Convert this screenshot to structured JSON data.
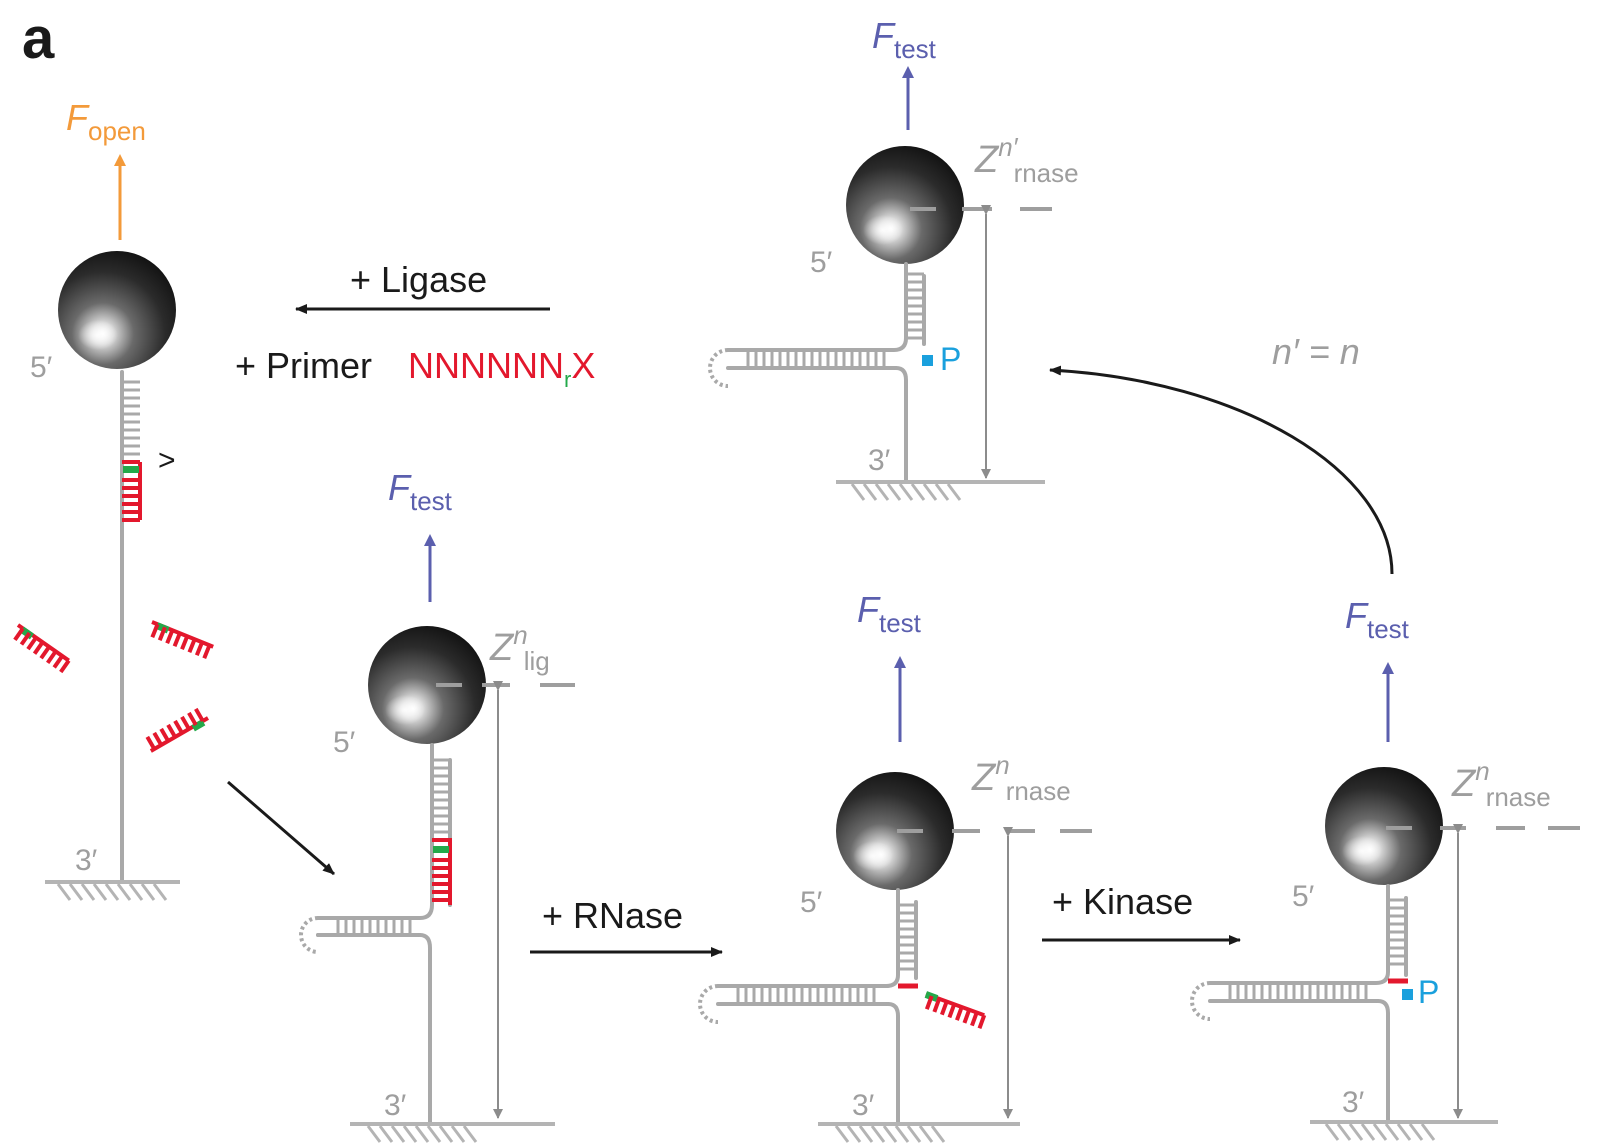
{
  "panel_label": "a",
  "colors": {
    "gray": "#9e9e9e",
    "orange": "#f39a3a",
    "blue": "#5b5fae",
    "red": "#e3182d",
    "green": "#23a94a",
    "cyan": "#1aa0dd",
    "black": "#1a1a1a"
  },
  "labels": {
    "f_open_sym": "F",
    "f_open_sub": "open",
    "f_test_sym": "F",
    "f_test_sub": "test",
    "five_prime": "5′",
    "three_prime": "3′",
    "z_sym": "Z",
    "z_sup_n": "n",
    "z_sup_nprime": "n′",
    "z_sub_lig": "lig",
    "z_sub_rnase": "rnase",
    "phosphate": "P",
    "ligase": "+ Ligase",
    "primer": "+ Primer",
    "primer_seq_red": "NNNNNN",
    "primer_seq_green": "r",
    "primer_seq_x": "X",
    "rnase": "+ RNase",
    "kinase": "+ Kinase",
    "equation": "n′ = n",
    "gt_symbol": ">"
  }
}
